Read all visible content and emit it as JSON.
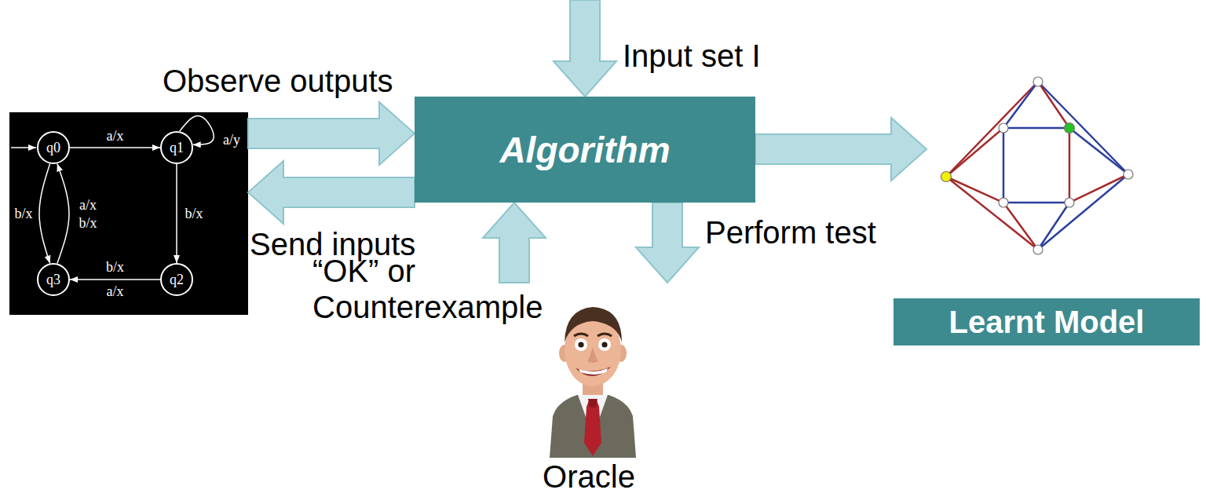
{
  "diagram": {
    "nodes": [
      {
        "text": []
      },
      {
        "text": [
          "q0"
        ],
        "in": 0
      },
      {
        "text": [
          "q1"
        ],
        "in": 0
      },
      {
        "text": [
          "q3"
        ],
        "in": 0
      },
      {
        "text": [
          "q2"
        ],
        "in": 0
      },
      {
        "text": [
          "Algorithm"
        ]
      },
      {
        "text": [
          "Learnt Model"
        ]
      },
      {
        "text": [
          "Oracle"
        ]
      }
    ],
    "edges": [
      {
        "from": 0,
        "to": 5,
        "label": "Observe outputs",
        "arrow": "to"
      },
      {
        "from": 5,
        "to": 0,
        "label": "Send inputs",
        "arrow": "to"
      },
      {
        "from": 5,
        "to": 6,
        "arrow": "to"
      },
      {
        "from": 5,
        "to": 7,
        "label": "Perform test",
        "arrow": "to"
      },
      {
        "from": 7,
        "to": 5,
        "label": "“OK” or Counterexample",
        "arrow": "to"
      },
      {
        "from": 1,
        "to": 2,
        "label": "a/x",
        "arrow": "to"
      },
      {
        "from": 2,
        "to": 2,
        "label": "a/y",
        "arrow": "to"
      },
      {
        "from": 2,
        "to": 4,
        "label": "b/x",
        "arrow": "to"
      },
      {
        "from": 4,
        "to": 3,
        "label": "b/x a/x",
        "arrow": "to"
      },
      {
        "from": 1,
        "to": 3,
        "label": "b/x",
        "arrow": "to"
      },
      {
        "from": 3,
        "to": 1,
        "label": "a/x b/x",
        "arrow": "to"
      }
    ],
    "labels": [
      "Input set I"
    ]
  }
}
